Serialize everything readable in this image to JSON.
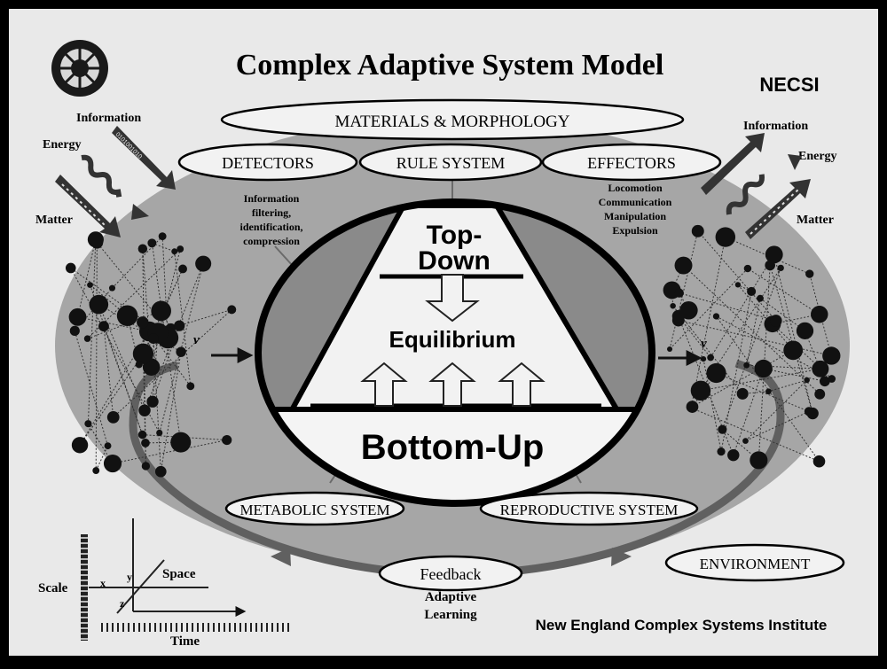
{
  "title": "Complex Adaptive System Model",
  "org_short": "NECSI",
  "org_full": "New England Complex Systems Institute",
  "top_oval": "MATERIALS & MORPHOLOGY",
  "ovals": {
    "detectors": "DETECTORS",
    "rule_system": "RULE SYSTEM",
    "effectors": "EFFECTORS",
    "metabolic": "METABOLIC SYSTEM",
    "reproductive": "REPRODUCTIVE SYSTEM",
    "feedback": "Feedback",
    "environment": "ENVIRONMENT"
  },
  "detectors_note": [
    "Information",
    "filtering,",
    "identification,",
    "compression"
  ],
  "effectors_note": [
    "Locomotion",
    "Communication",
    "Manipulation",
    "Expulsion"
  ],
  "adaptive_learning": [
    "Adaptive",
    "Learning"
  ],
  "inputs": {
    "information": "Information",
    "energy": "Energy",
    "matter": "Matter",
    "bits": "0101001010"
  },
  "outputs": {
    "information": "Information",
    "energy": "Energy",
    "matter": "Matter"
  },
  "pyramid": {
    "top": [
      "Top-",
      "Down"
    ],
    "middle": "Equilibrium",
    "bottom": "Bottom-Up"
  },
  "velocity_symbol": "v",
  "axes": {
    "scale": "Scale",
    "space": "Space",
    "time": "Time",
    "x": "x",
    "y": "y",
    "z": "z"
  }
}
